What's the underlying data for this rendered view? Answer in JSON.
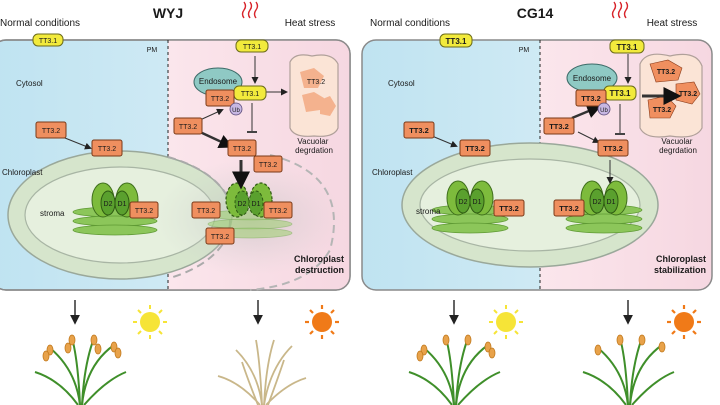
{
  "panels": {
    "left": {
      "title": "WYJ",
      "normal_label": "Normal conditions",
      "heat_label": "Heat stress",
      "pm": "PM",
      "tt31": "TT3.1",
      "tt31_heat": "TT3.1",
      "cytosol": "Cytosol",
      "chloroplast": "Chloroplast",
      "stroma": "stroma",
      "endosome": "Endosome",
      "ub": "Ub",
      "vacuolar": "Vacuolar\ndegrdation",
      "vac_tt32": "TT3.2",
      "tt32": "TT3.2",
      "d2": "D2",
      "d1": "D1",
      "outcome_line1": "Chloroplast",
      "outcome_line2": "destruction"
    },
    "right": {
      "title": "CG14",
      "normal_label": "Normal conditions",
      "heat_label": "Heat stress",
      "pm": "PM",
      "tt31": "TT3.1",
      "tt31_heat": "TT3.1",
      "cytosol": "Cytosol",
      "chloroplast": "Chloroplast",
      "stroma": "stroma",
      "endosome": "Endosome",
      "ub": "Ub",
      "vacuolar": "Vacuolar\ndegrdation",
      "vac_tt32": "TT3.2",
      "tt32": "TT3.2",
      "d2": "D2",
      "d1": "D1",
      "outcome_line1": "Chloroplast",
      "outcome_line2": "stabilization"
    }
  },
  "colors": {
    "cytosol_normal": "#d5ecf6",
    "cytosol_heat": "#f9e1e8",
    "tt31": "#f2ea3c",
    "tt32": "#ef8f5f",
    "endosome": "#8fc9c4",
    "vacuole": "#fbe4d6",
    "chloroplast_outer": "#d9e6d0",
    "chloroplast_inner": "#e9f1e2",
    "psii": "#7dbb3c",
    "thylakoid": "#8cc65a",
    "sun_normal": "#f6e437",
    "sun_heat": "#f07a18"
  }
}
